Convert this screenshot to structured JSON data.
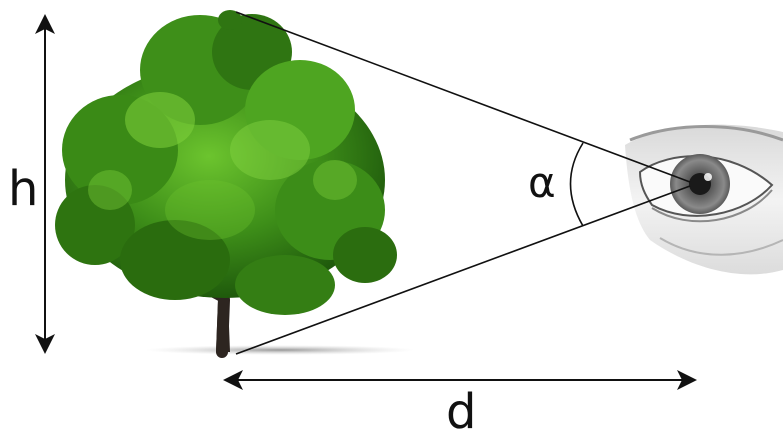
{
  "labels": {
    "height": "h",
    "angle": "α",
    "distance": "d"
  },
  "colors": {
    "line": "#111111",
    "foliage_dark": "#1f5a0c",
    "foliage_mid": "#3e8f19",
    "foliage_light": "#6cc42e",
    "trunk": "#2d2520",
    "shadow": "#9a9a9a",
    "eye_iris": "#6f6f6f",
    "eye_skin": "#e9e9e9"
  },
  "icons": {
    "tree": "tree-illustration",
    "eye": "eye-illustration"
  }
}
